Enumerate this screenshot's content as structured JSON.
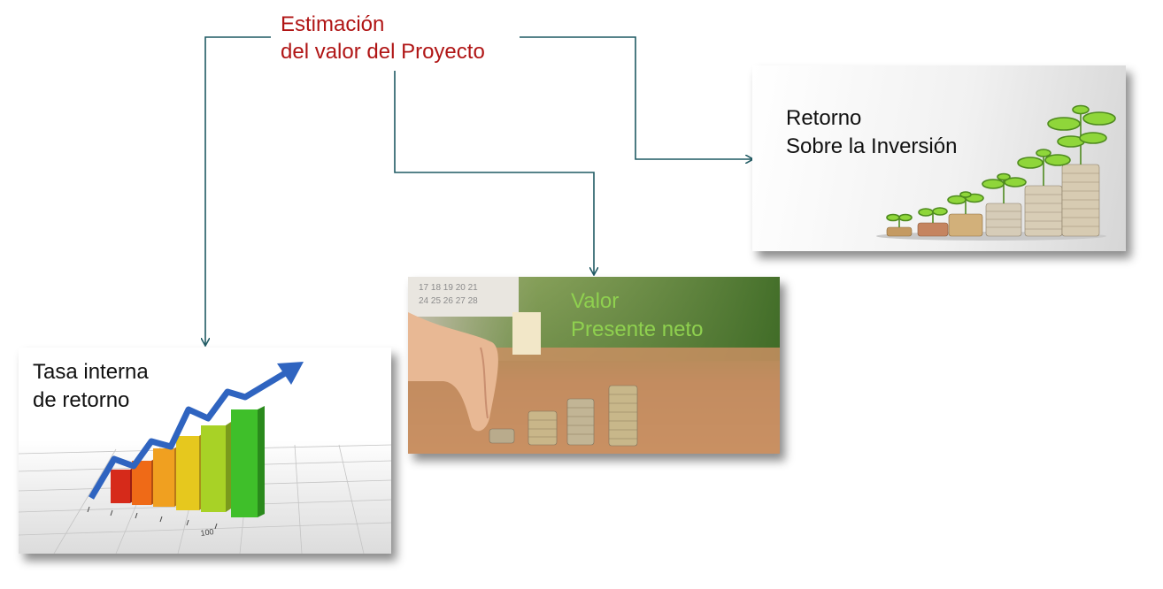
{
  "title": {
    "line1": "Estimación",
    "line2": "del valor del Proyecto"
  },
  "cards": {
    "roi": {
      "line1": "Retorno",
      "line2": "Sobre la Inversión"
    },
    "npv": {
      "line1": "Valor",
      "line2": "Presente neto"
    },
    "irr": {
      "line1": "Tasa interna",
      "line2": "de retorno",
      "axis_label": "100"
    }
  },
  "colors": {
    "title": "#b01515",
    "connector": "#1f5a63",
    "npv_text": "#8fd14f"
  }
}
